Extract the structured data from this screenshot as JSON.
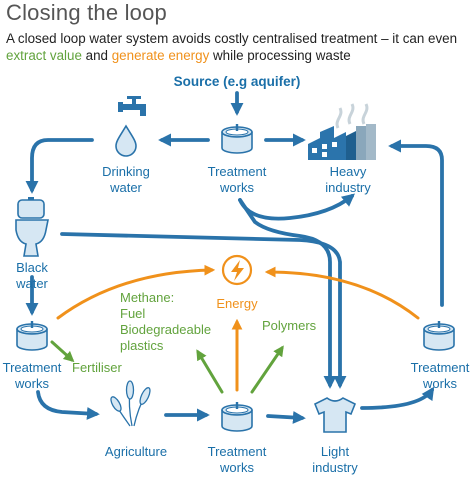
{
  "title": "Closing the loop",
  "subtitle": {
    "line1": "A closed loop water system avoids costly centralised treatment – it can even",
    "extract_value": "extract value",
    "and": "and",
    "generate_energy": "generate energy",
    "while": "while processing waste"
  },
  "labels": {
    "source": "Source (e.g aquifer)",
    "drinking_water": [
      "Drinking",
      "water"
    ],
    "treatment_top": [
      "Treatment",
      "works"
    ],
    "heavy_industry": [
      "Heavy",
      "industry"
    ],
    "black_water": [
      "Black",
      "water"
    ],
    "energy": "Energy",
    "methane": [
      "Methane:",
      "Fuel",
      "Biodegradeable",
      "plastics"
    ],
    "polymers": "Polymers",
    "treatment_left": [
      "Treatment",
      "works"
    ],
    "fertiliser": "Fertiliser",
    "treatment_right": [
      "Treatment",
      "works"
    ],
    "agriculture": "Agriculture",
    "treatment_bottom": [
      "Treatment",
      "works"
    ],
    "light_industry": [
      "Light",
      "industry"
    ]
  },
  "colors": {
    "blue": "#2a73aa",
    "label_blue": "#1a6fa8",
    "icon_fill": "#d6e7f3",
    "green": "#62a33d",
    "orange": "#f0911b",
    "factory_blue": "#2b74ac"
  },
  "icons": [
    "tap-icon",
    "water-drop-icon",
    "treatment-tank-icon",
    "factory-icon",
    "toilet-icon",
    "lightning-icon",
    "wheat-icon",
    "tshirt-icon"
  ]
}
